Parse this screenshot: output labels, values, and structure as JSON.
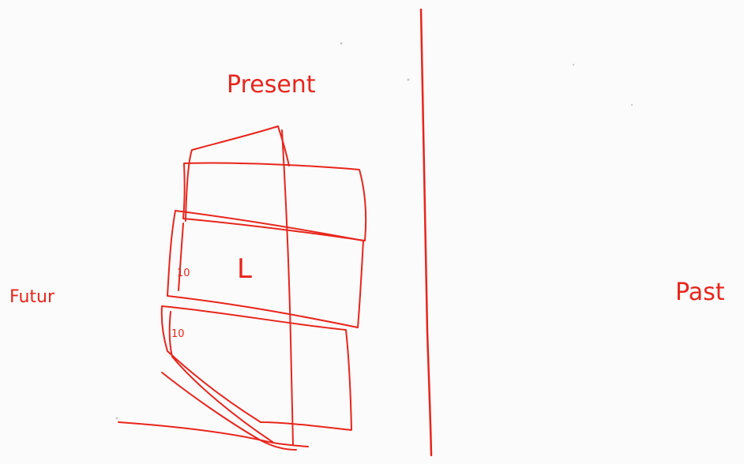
{
  "colors": {
    "ink": "#e8251c",
    "background": "#fbfbfb"
  },
  "labels": {
    "present": "Present",
    "future": "Futur",
    "past": "Past",
    "center_letter": "L",
    "mark_upper": "10",
    "mark_lower": "10"
  }
}
